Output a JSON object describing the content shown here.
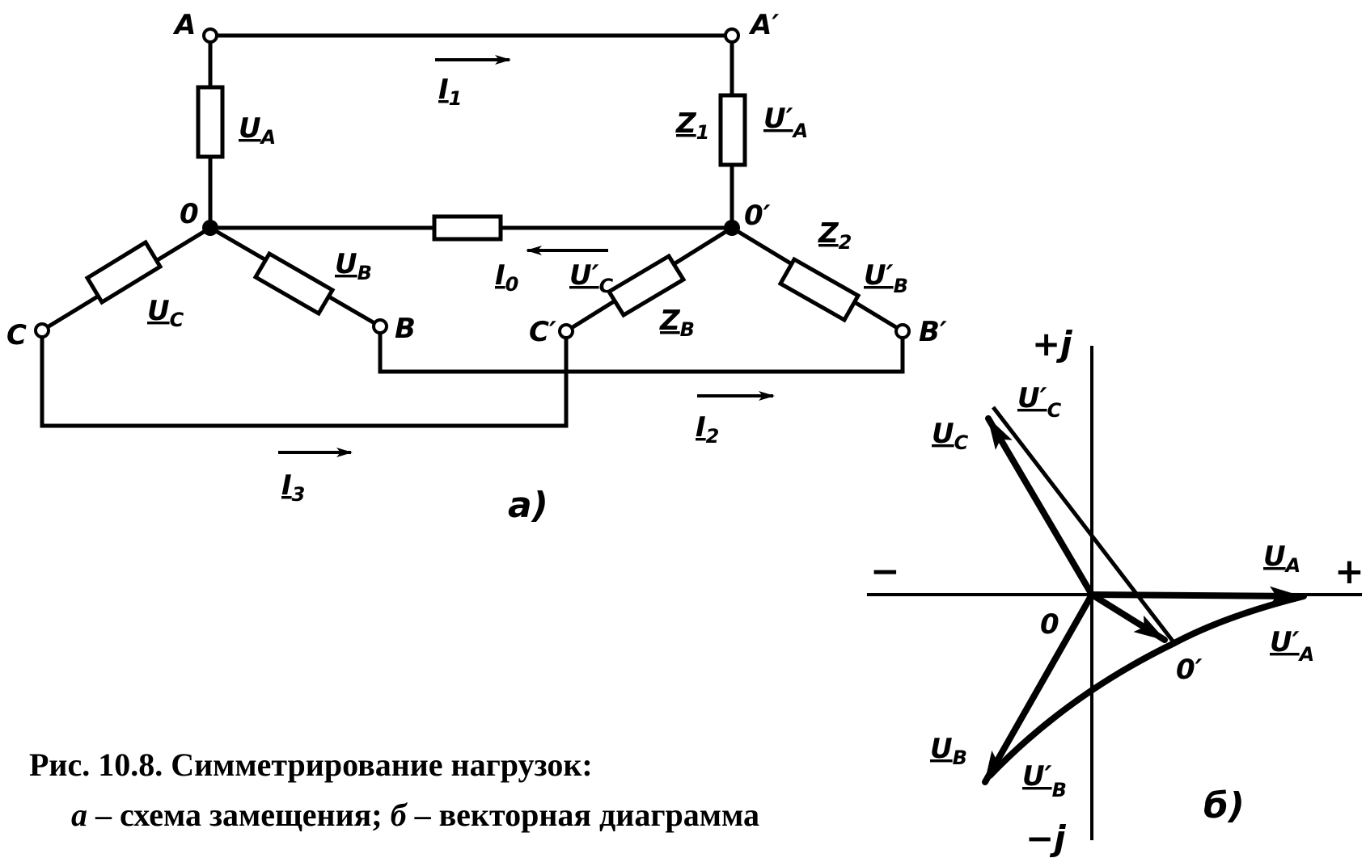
{
  "labels": {
    "A": "A",
    "A_prime": "A′",
    "O": "0",
    "O_prime": "0′",
    "B": "B",
    "B_prime": "B′",
    "C": "C",
    "C_prime": "C′",
    "UA": "U",
    "UA_sub": "A",
    "UA_prime": "U′",
    "UA_prime_sub": "A",
    "UB": "U",
    "UB_sub": "B",
    "UB_prime": "U′",
    "UB_prime_sub": "B",
    "UC": "U",
    "UC_sub": "C",
    "UC_prime": "U′",
    "UC_prime_sub": "C",
    "Z1": "Z",
    "Z1_sub": "1",
    "Z2": "Z",
    "Z2_sub": "2",
    "ZB": "Z",
    "ZB_sub": "B",
    "I1": "I",
    "I1_sub": "1",
    "I2": "I",
    "I2_sub": "2",
    "I3": "I",
    "I3_sub": "3",
    "I0": "I",
    "I0_sub": "0",
    "part_a": "a)",
    "part_b": "б)"
  },
  "vector_diagram": {
    "axis_plus_j": "+j",
    "axis_minus_j": "−j",
    "axis_plus": "+",
    "axis_minus": "−",
    "origin": "0",
    "origin_prime": "0′",
    "UA": "U",
    "UA_sub": "A",
    "UA_prime": "U′",
    "UA_prime_sub": "A",
    "UB": "U",
    "UB_sub": "B",
    "UB_prime": "U′",
    "UB_prime_sub": "B",
    "UC": "U",
    "UC_sub": "C",
    "UC_prime": "U′",
    "UC_prime_sub": "C"
  },
  "caption": {
    "line1": "Рис. 10.8. Симметрирование нагрузок:",
    "item_a_letter": "а",
    "item_a_text": " – схема замещения; ",
    "item_b_letter": "б",
    "item_b_text": " – векторная диаграмма"
  }
}
